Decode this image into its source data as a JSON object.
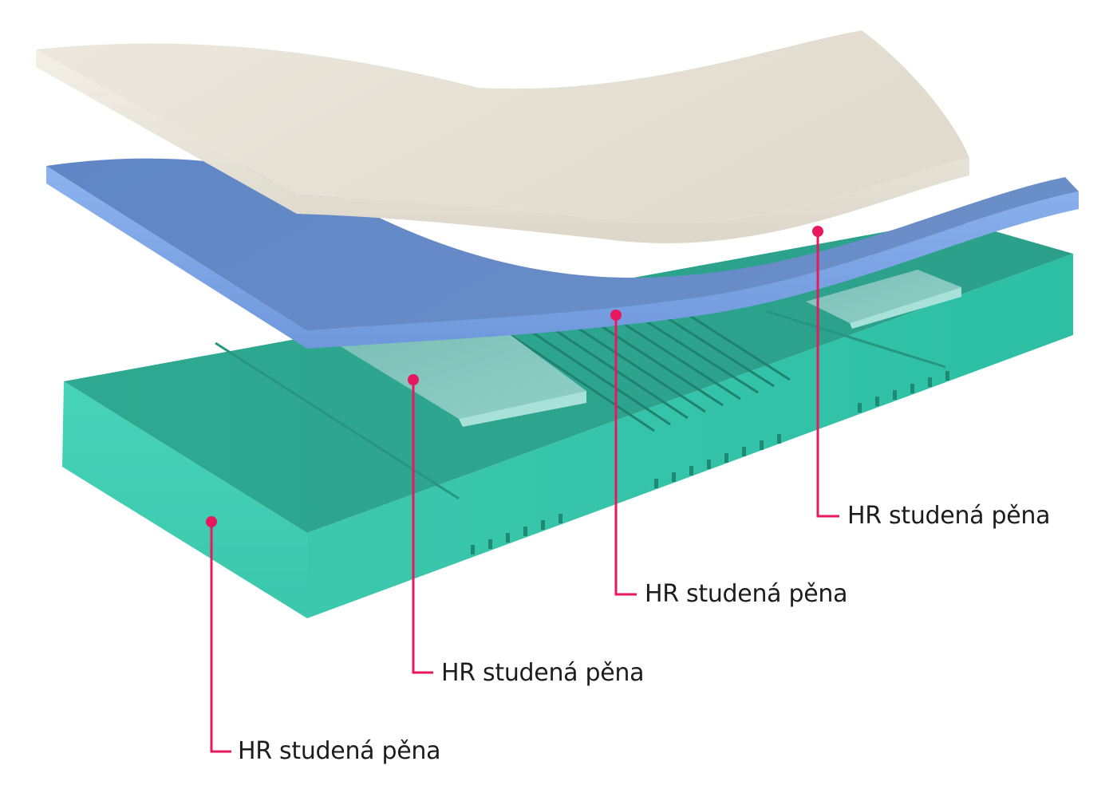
{
  "diagram": {
    "type": "mattress-layer-cross-section",
    "callouts": [
      {
        "id": "top-layer",
        "label": "HR studená pěna"
      },
      {
        "id": "blue-layer",
        "label": "HR studená pěna"
      },
      {
        "id": "zone-pads",
        "label": "HR studená pěna"
      },
      {
        "id": "base-core",
        "label": "HR studená pěna"
      }
    ]
  },
  "colors": {
    "accent_pink": "#e8185f",
    "top_layer": "#e7e2d6",
    "blue_layer": "#6f94d0",
    "base_core": "#33c2a8",
    "zone_pads": "#8ad5c9"
  }
}
